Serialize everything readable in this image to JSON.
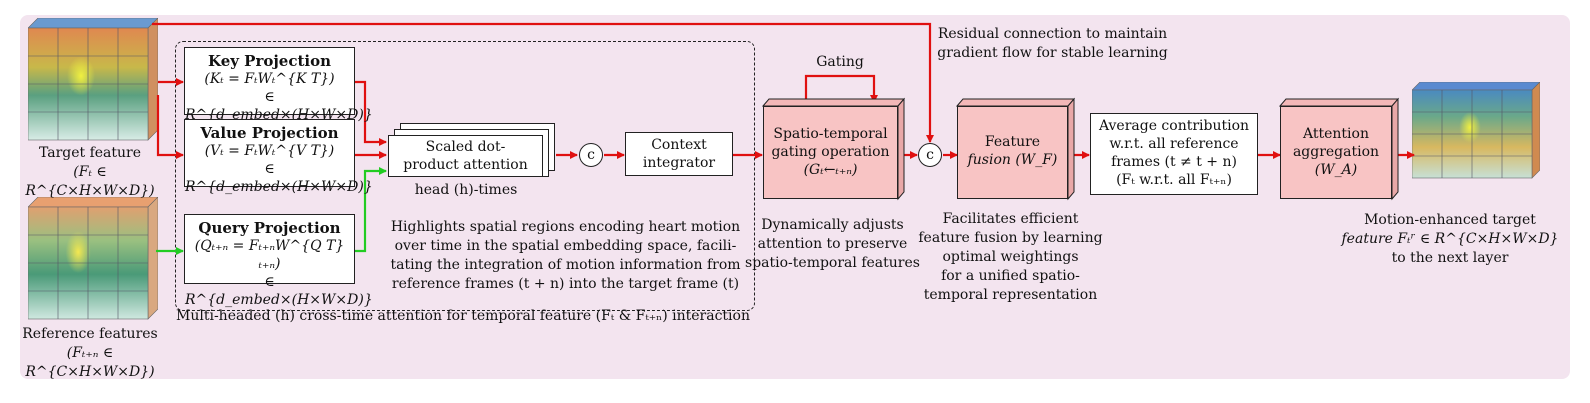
{
  "inputs": {
    "target_label": "Target feature",
    "target_formula": "(Fₜ ∈ R^{C×H×W×D})",
    "reference_label": "Reference features",
    "reference_formula": "(Fₜ₊ₙ ∈ R^{C×H×W×D})"
  },
  "projections": {
    "key": {
      "title": "Key Projection",
      "line1": "(Kₜ = FₜWₜ^{K T})",
      "line2": "∈ R^{d_embed×(H×W×D)}"
    },
    "value": {
      "title": "Value Projection",
      "line1": "(Vₜ = FₜWₜ^{V T})",
      "line2": "∈ R^{d_embed×(H×W×D)}"
    },
    "query": {
      "title": "Query Projection",
      "line1": "(Qₜ₊ₙ = Fₜ₊ₙW^{Q T}ₜ₊ₙ)",
      "line2": "∈ R^{d_embed×(H×W×D)}"
    }
  },
  "attention": {
    "scaled_line1": "Scaled dot-",
    "scaled_line2": "product attention",
    "head_label": "head (h)-times",
    "concat": "c",
    "context_line1": "Context",
    "context_line2": "integrator",
    "highlight_lines": [
      "Highlights spatial regions encoding heart motion",
      "over time in the spatial embedding space, facili-",
      "tating the integration of motion information from",
      "reference frames (t + n) into the target frame (t)"
    ],
    "caption": "Multi-headed (h) cross-time attention for temporal feature (Fₜ & Fₜ₊ₙ) interaction"
  },
  "gating": {
    "label": "Gating",
    "box_line1": "Spatio-temporal",
    "box_line2": "gating operation",
    "box_line3": "(Gₜ←ₜ₊ₙ)",
    "desc": [
      "Dynamically adjusts",
      "attention to preserve",
      "spatio-temporal features"
    ]
  },
  "residual": {
    "lines": [
      "Residual connection to maintain",
      "gradient flow for stable learning"
    ],
    "concat": "c"
  },
  "fusion": {
    "box_line1": "Feature",
    "box_line2": "fusion (W_F)",
    "desc": [
      "Facilitates efficient",
      "feature fusion by learning",
      "optimal weightings",
      "for a unified spatio-",
      "temporal representation"
    ]
  },
  "average": {
    "lines": [
      "Average contribution",
      "w.r.t. all reference",
      "frames (t ≠ t + n)",
      "(Fₜ w.r.t. all Fₜ₊ₙ)"
    ]
  },
  "aggregation": {
    "line1": "Attention",
    "line2": "aggregation",
    "line3": "(W_A)"
  },
  "output": {
    "lines": [
      "Motion-enhanced target",
      "feature Fₜʳ ∈ R^{C×H×W×D}",
      "to the next layer"
    ]
  },
  "colors": {
    "panel": "#f3e4ef",
    "red_arrow": "#e01010",
    "green_arrow": "#22cc22",
    "pink_box": "#f8c4c4"
  }
}
